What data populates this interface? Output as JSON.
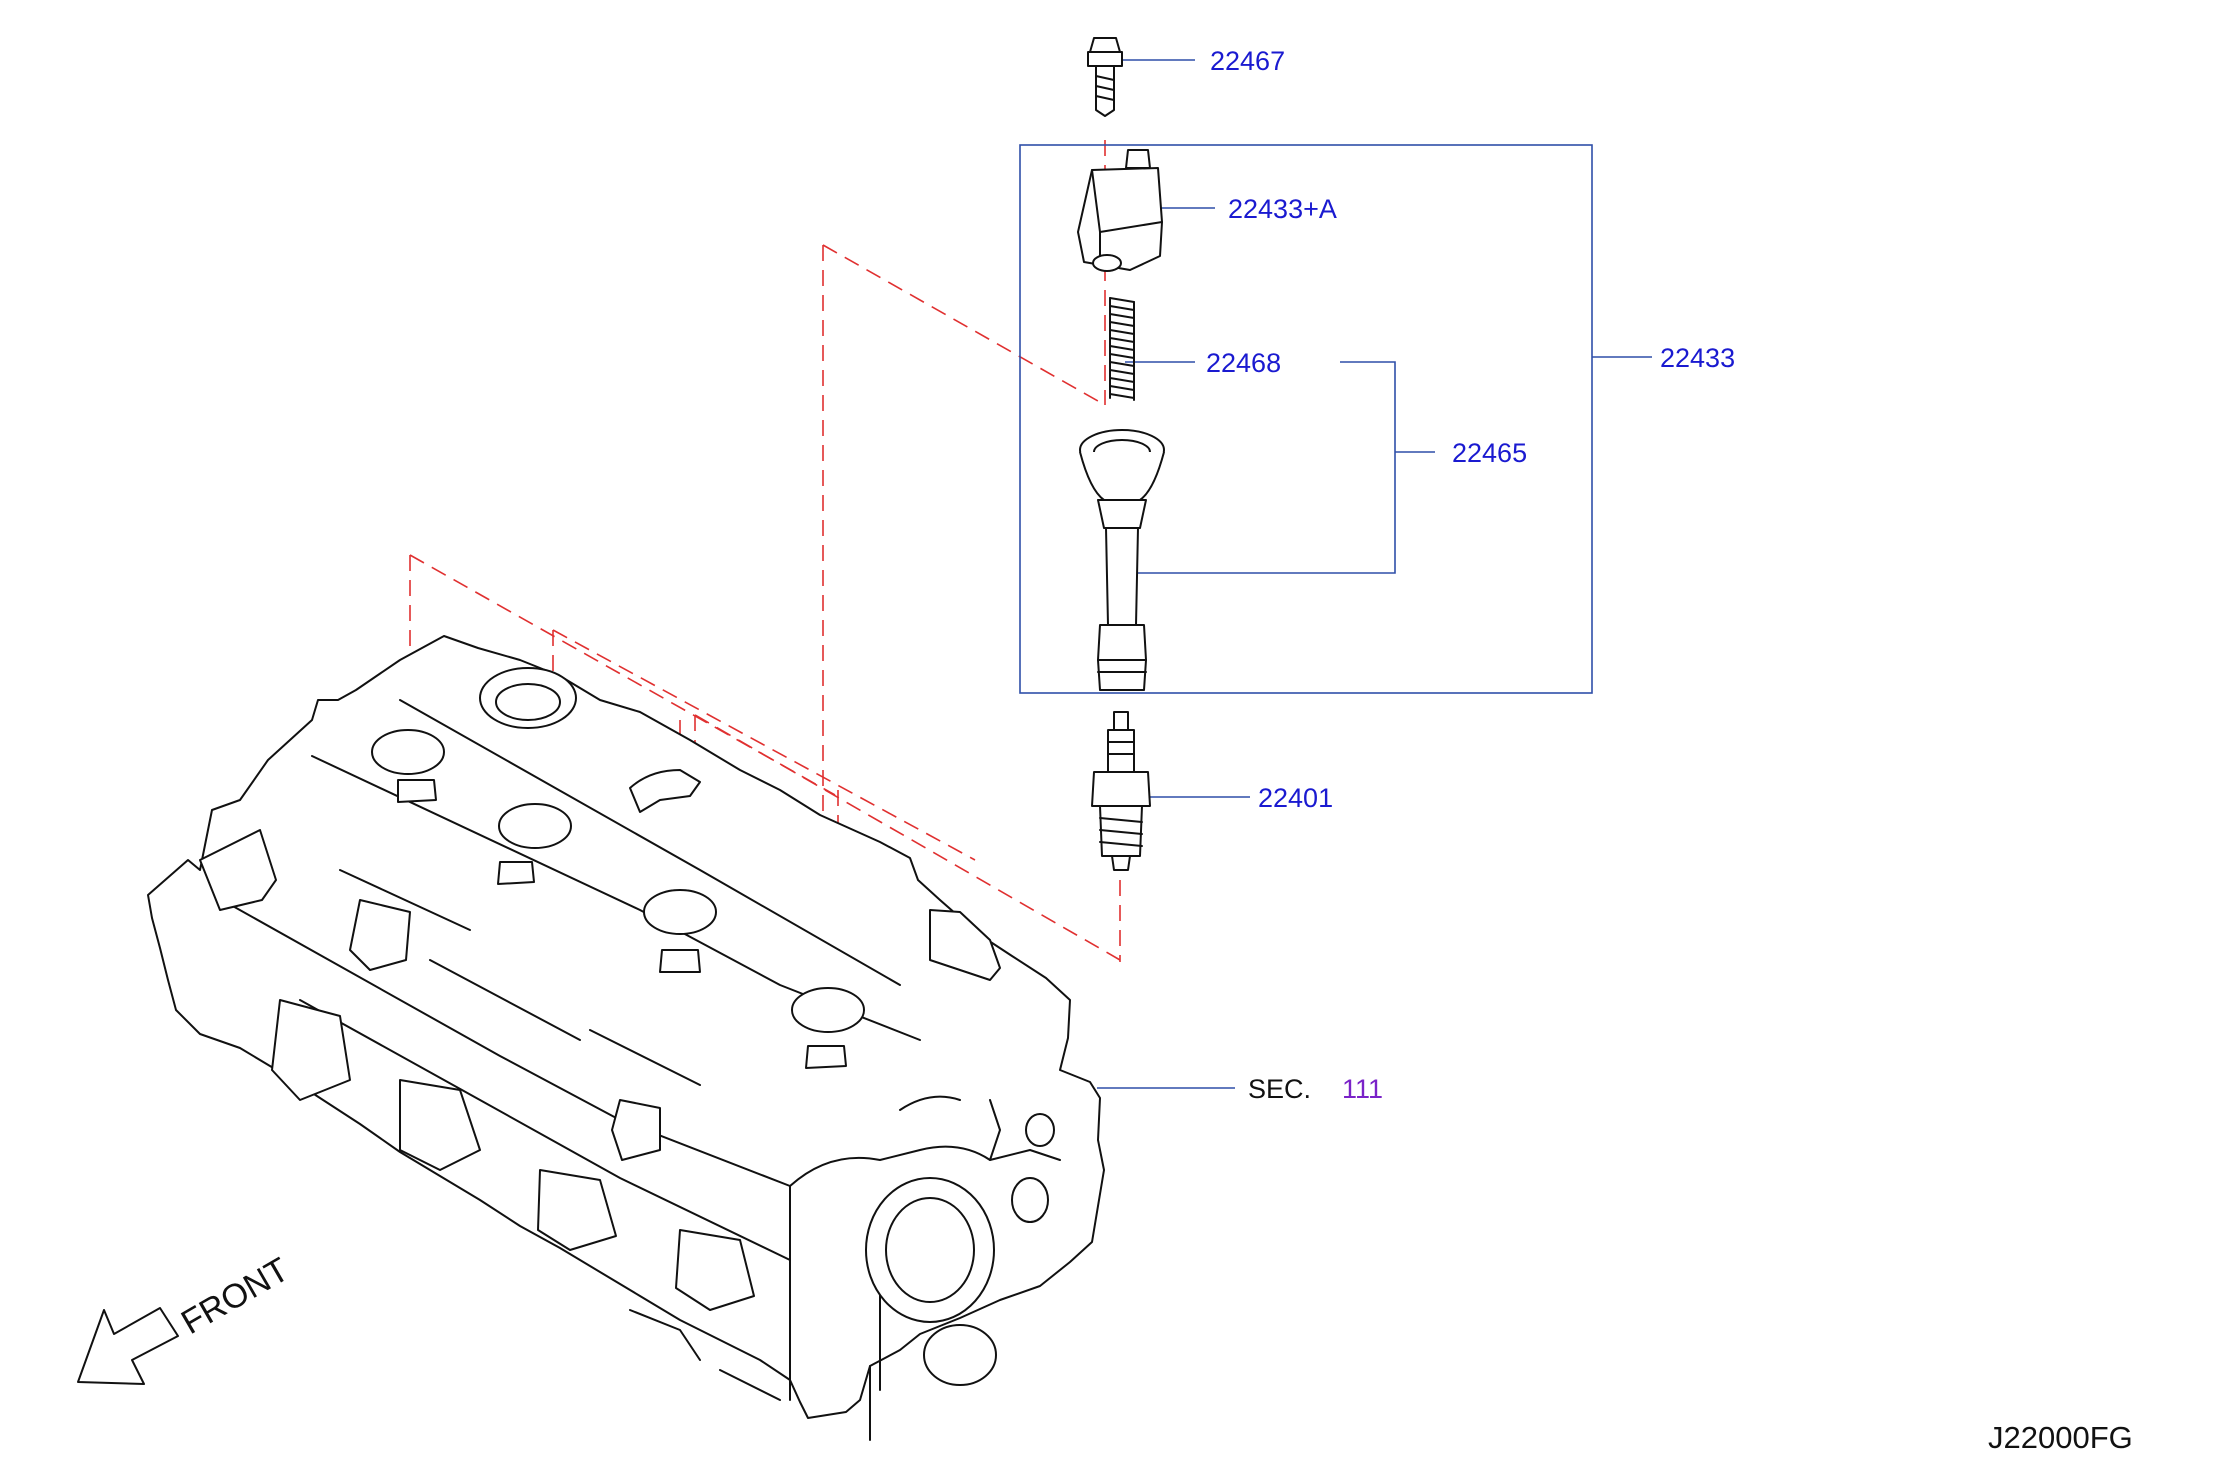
{
  "parts": [
    {
      "id": "bolt",
      "number": "22467"
    },
    {
      "id": "ignition-coil",
      "number": "22433+A"
    },
    {
      "id": "spring",
      "number": "22468"
    },
    {
      "id": "boot",
      "number": "22465"
    },
    {
      "id": "coil-assembly",
      "number": "22433"
    },
    {
      "id": "spark-plug",
      "number": "22401"
    }
  ],
  "section_ref": {
    "prefix": "SEC.",
    "number": "111"
  },
  "front_label": "FRONT",
  "diagram_code": "J22000FG",
  "colors": {
    "label": "#1a1ad0",
    "leader": "#2f4fa8",
    "dashed_guide": "#e03030",
    "section_number": "#7a22c8",
    "linework": "#111111"
  }
}
